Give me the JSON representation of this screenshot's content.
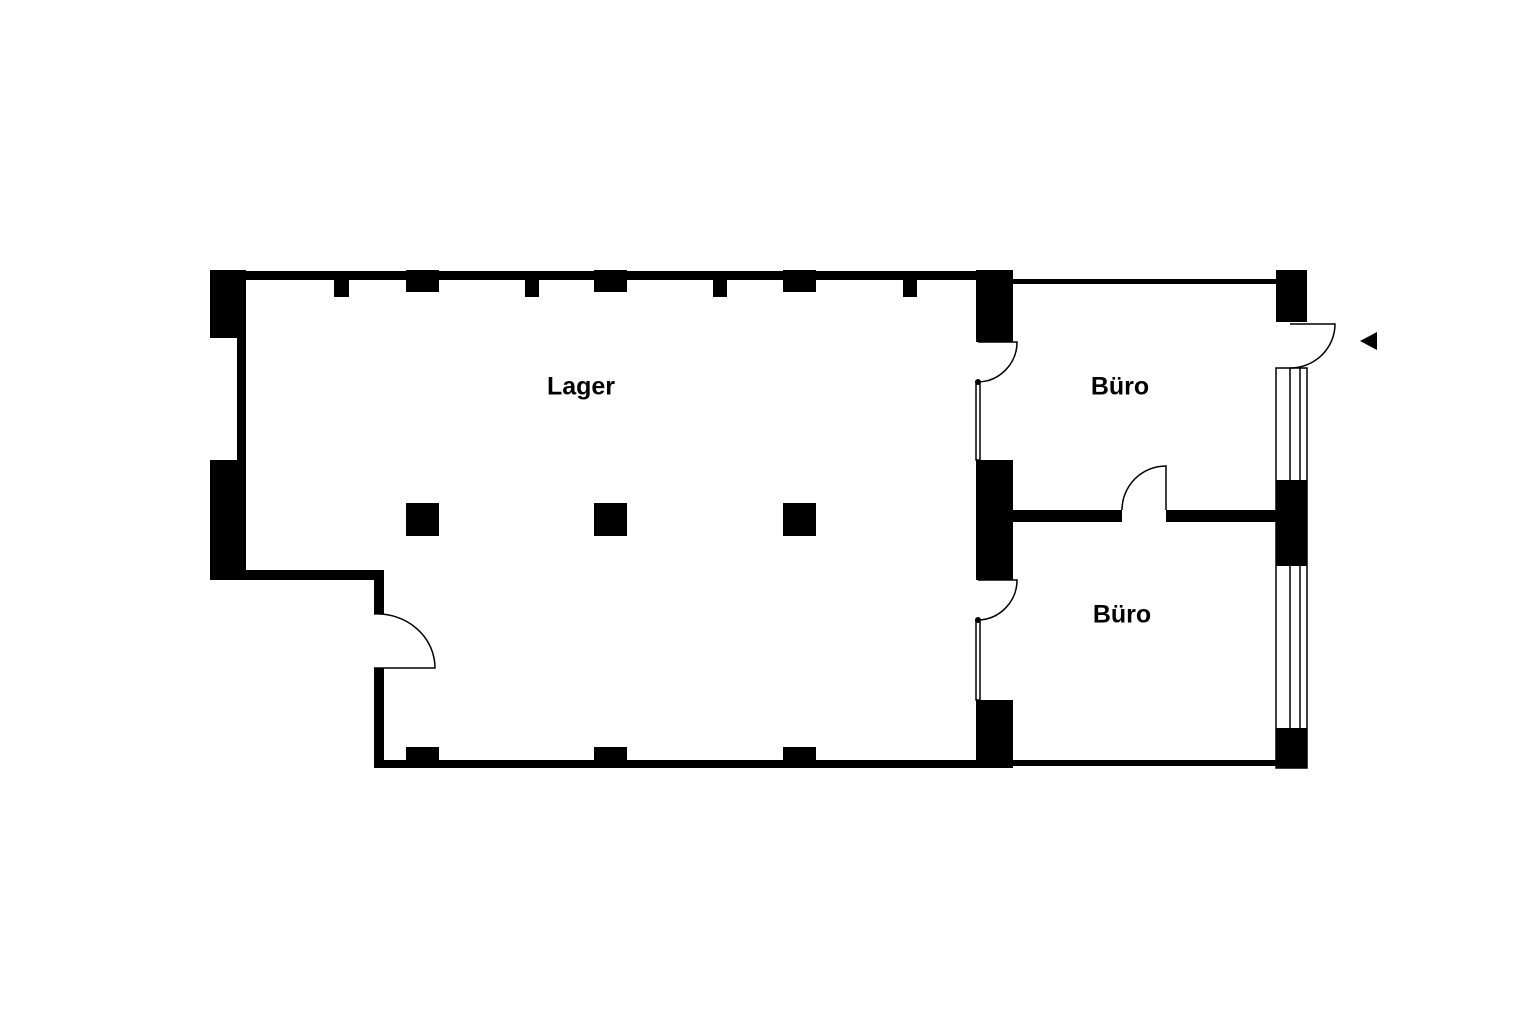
{
  "floor_plan": {
    "rooms": [
      {
        "label": "Lager"
      },
      {
        "label": "Büro"
      },
      {
        "label": "Büro"
      }
    ],
    "entrance_marker": "triangle-left-icon",
    "colors": {
      "walls": "#000000",
      "background": "#ffffff"
    }
  }
}
